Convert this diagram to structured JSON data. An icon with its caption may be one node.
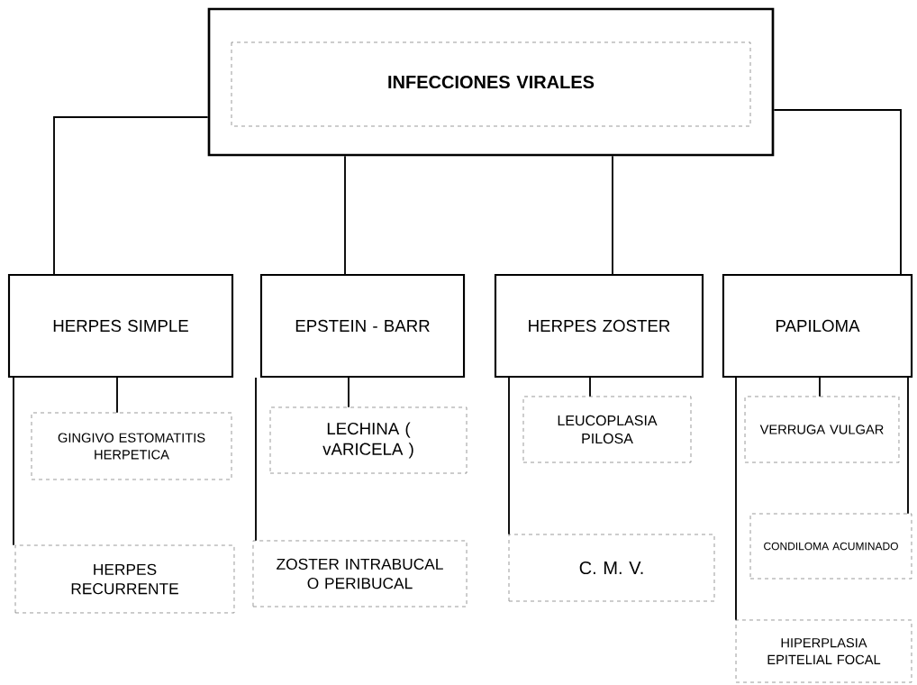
{
  "diagram": {
    "nodes": [
      {
        "text": [
          "INFECCIONES VIRALES"
        ]
      },
      {
        "text": [
          "HERPES SIMPLE"
        ]
      },
      {
        "text": [
          "EPSTEIN - BARR"
        ]
      },
      {
        "text": [
          "HERPES ZOSTER"
        ]
      },
      {
        "text": [
          "PAPILOMA"
        ]
      },
      {
        "text": [
          "GINGIVO ESTOMATITIS HERPETICA"
        ]
      },
      {
        "text": [
          "HERPES RECURRENTE"
        ]
      },
      {
        "text": [
          "LECHINA ( vARICELA )"
        ]
      },
      {
        "text": [
          "ZOSTER INTRABUCAL O PERIBUCAL"
        ]
      },
      {
        "text": [
          "LEUCOPLASIA PILOSA"
        ]
      },
      {
        "text": [
          "C. M. V."
        ]
      },
      {
        "text": [
          "VERRUGA VULGAR"
        ]
      },
      {
        "text": [
          "CONDILOMA ACUMINADO"
        ]
      },
      {
        "text": [
          "HIPERPLASIA EPITELIAL FOCAL"
        ]
      }
    ],
    "edges": [
      {
        "from": 0,
        "to": 1,
        "arrow": "none"
      },
      {
        "from": 0,
        "to": 2,
        "arrow": "none"
      },
      {
        "from": 0,
        "to": 3,
        "arrow": "none"
      },
      {
        "from": 0,
        "to": 4,
        "arrow": "none"
      },
      {
        "from": 1,
        "to": 5,
        "arrow": "none"
      },
      {
        "from": 1,
        "to": 6,
        "arrow": "none"
      },
      {
        "from": 2,
        "to": 7,
        "arrow": "none"
      },
      {
        "from": 2,
        "to": 8,
        "arrow": "none"
      },
      {
        "from": 3,
        "to": 9,
        "arrow": "none"
      },
      {
        "from": 3,
        "to": 10,
        "arrow": "none"
      },
      {
        "from": 4,
        "to": 11,
        "arrow": "none"
      },
      {
        "from": 4,
        "to": 12,
        "arrow": "none"
      },
      {
        "from": 4,
        "to": 13,
        "arrow": "none"
      }
    ]
  }
}
